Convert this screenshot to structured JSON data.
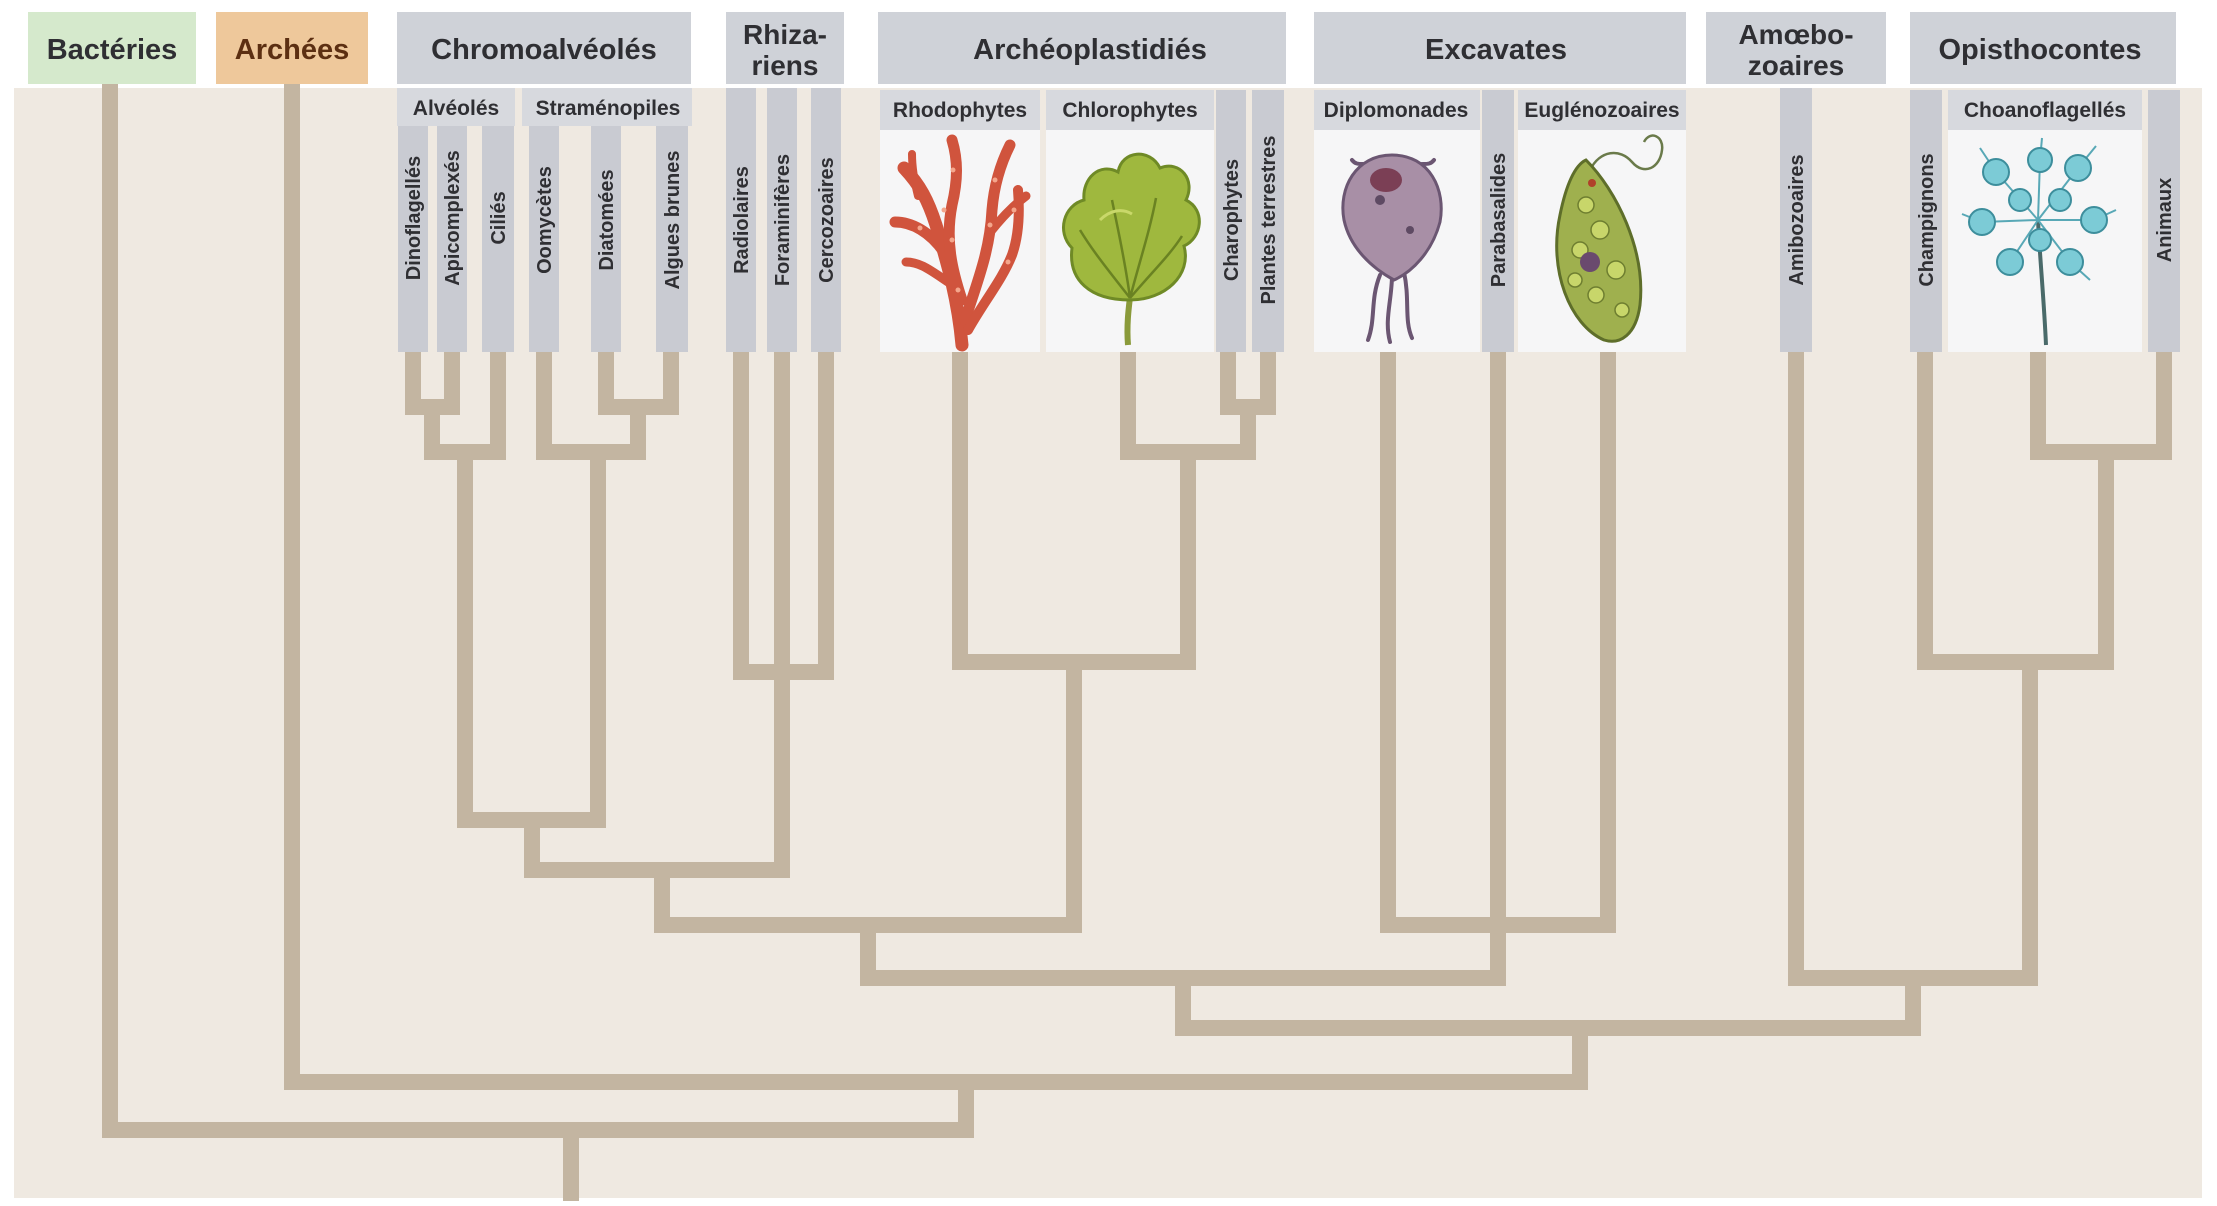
{
  "palette": {
    "panel": "#efe9e1",
    "branch": "#c3b5a1",
    "supergroup_header": "#cfd2d8",
    "group_header": "#d7d9de",
    "taxon_strip": "#c9cbd2",
    "text": "#2f2f33",
    "bacteria_fill": "#d5e9cc",
    "archaea_fill": "#eec89b",
    "archaea_text": "#5c2f12"
  },
  "headers": {
    "bacteria": "Bactéries",
    "archaea": "Archées",
    "chromalveolates": "Chromoalvéolés",
    "rhizaria": [
      "Rhiza-",
      "riens"
    ],
    "archaeplastida": "Archéoplastidiés",
    "excavata": "Excavates",
    "amoebozoa": [
      "Amœbo-",
      "zoaires"
    ],
    "opisthokonta": "Opisthocontes"
  },
  "subgroups": {
    "alveolates": "Alvéolés",
    "stramenopiles": "Straménopiles",
    "rhodophytes": "Rhodophytes",
    "chlorophytes": "Chlorophytes",
    "diplomonads": "Diplomonades",
    "euglenozoa": "Euglénozoaires",
    "choanoflagellates": "Choanoflagellés"
  },
  "taxa": {
    "dinoflagellates": "Dinoflagellés",
    "apicomplexa": "Apicomplexés",
    "ciliates": "Ciliés",
    "oomycetes": "Oomycètes",
    "diatoms": "Diatomées",
    "brown_algae": "Algues brunes",
    "radiolaria": "Radiolaires",
    "foraminifera": "Foraminifères",
    "cercozoa": "Cercozoaires",
    "charophytes": "Charophytes",
    "land_plants": "Plantes terrestres",
    "parabasalids": "Parabasalides",
    "amoebozoa": "Amibozoaires",
    "fungi": "Champignons",
    "animals": "Animaux"
  },
  "illustrations": [
    "red-alga-icon",
    "green-alga-icon",
    "diplomonad-icon",
    "euglena-icon",
    "choanoflagellate-colony-icon"
  ]
}
